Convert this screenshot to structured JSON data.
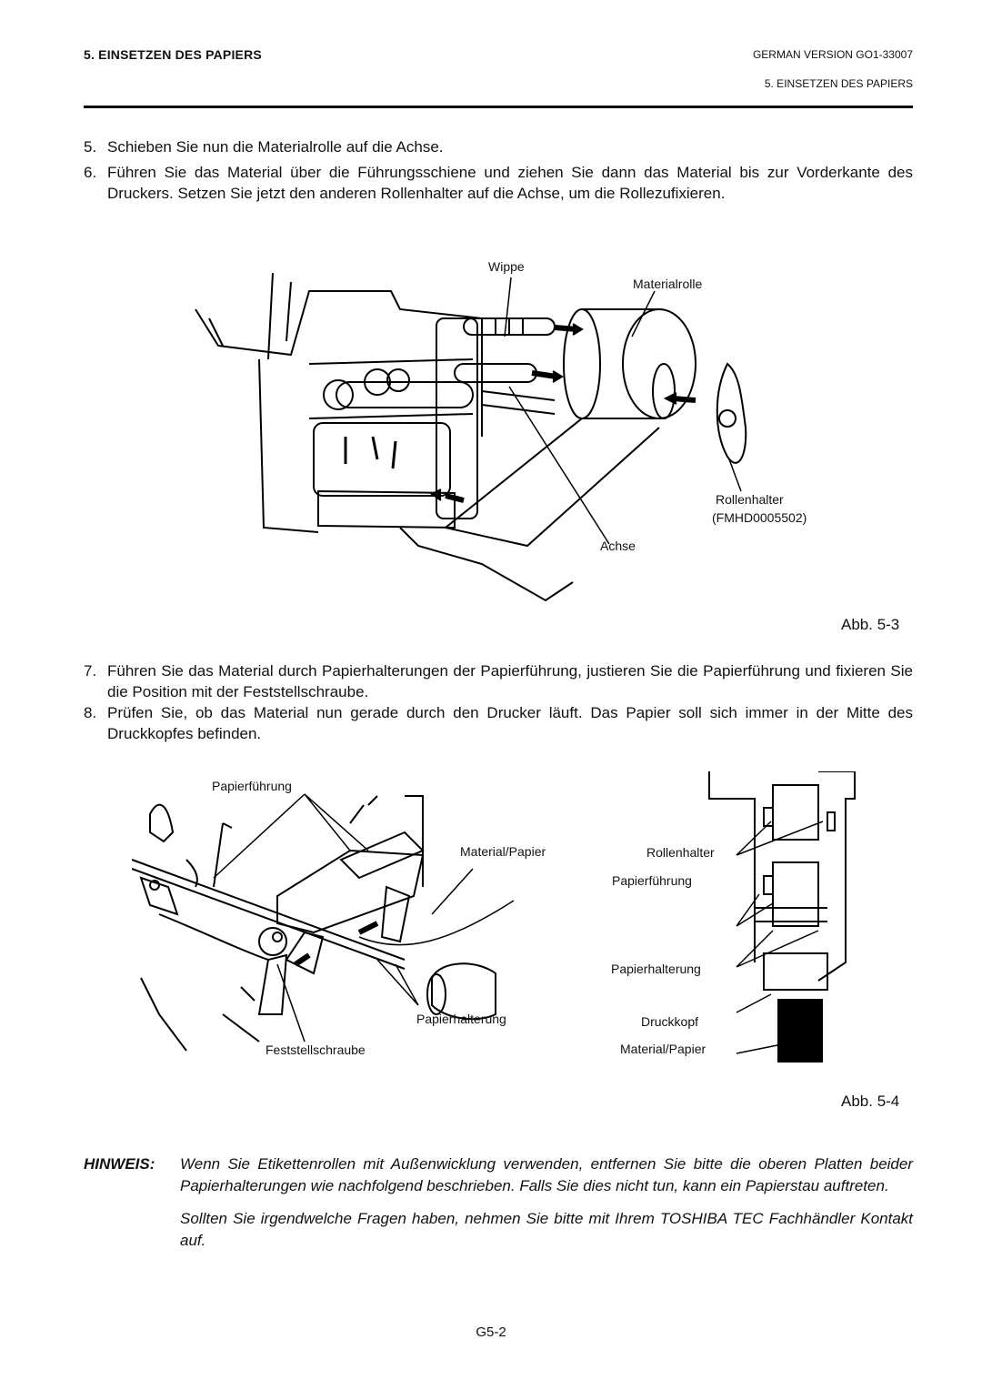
{
  "header": {
    "section": "5.  EINSETZEN DES PAPIERS",
    "version": "GERMAN VERSION GO1-33007",
    "subsection": "5. EINSETZEN DES PAPIERS"
  },
  "steps": [
    {
      "num": "5.",
      "text": "Schieben Sie nun die Materialrolle auf die Achse."
    },
    {
      "num": "6.",
      "text": "Führen Sie das Material über die Führungsschiene und ziehen Sie dann das Material bis zur Vorderkante des Druckers.  Setzen Sie jetzt den anderen Rollenhalter auf die Achse, um die Rollezufixieren."
    },
    {
      "num": "7.",
      "text": "Führen Sie das Material durch Papierhalterungen der Papierführung, justieren Sie die Papierführung und fixieren Sie die Position mit der Feststellschraube."
    },
    {
      "num": "8.",
      "text": "Prüfen Sie, ob das Material nun gerade durch den Drucker läuft.  Das Papier soll sich immer in der Mitte des Druckkopfes befinden."
    }
  ],
  "figure1": {
    "labels": {
      "wippe": "Wippe",
      "materialrolle": "Materialrolle",
      "rollenhalter": "Rollenhalter",
      "part_no": "(FMHD0005502)",
      "achse": "Achse"
    },
    "caption": "Abb. 5-3"
  },
  "figure2": {
    "labels": {
      "papierfuehrung": "Papierführung",
      "material_papier": "Material/Papier",
      "papierhalterung": "Papierhalterung",
      "feststellschraube": "Feststellschraube"
    }
  },
  "figure3": {
    "labels": {
      "rollenhalter": "Rollenhalter",
      "papierfuehrung": "Papierführung",
      "papierhalterung": "Papierhalterung",
      "druckkopf": "Druckkopf",
      "material_papier": "Material/Papier"
    },
    "caption": "Abb. 5-4"
  },
  "note": {
    "tag": "HINWEIS:",
    "para1": "Wenn Sie Etikettenrollen mit Außenwicklung verwenden, entfernen Sie bitte die oberen Platten beider Papierhalterungen wie nachfolgend beschrieben.  Falls Sie dies nicht tun, kann ein Papierstau auftreten.",
    "para2": "Sollten Sie irgendwelche Fragen haben, nehmen Sie bitte mit Ihrem TOSHIBA TEC Fachhändler Kontakt auf."
  },
  "footer": {
    "page": "G5-2"
  }
}
